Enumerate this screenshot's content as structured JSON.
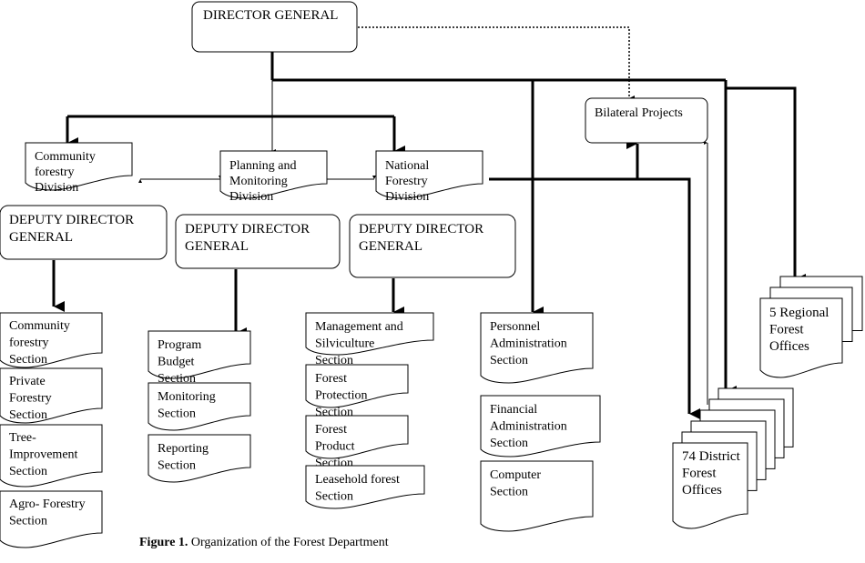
{
  "diagram": {
    "caption_bold": "Figure 1.",
    "caption_text": " Organization of the Forest Department",
    "director_general": "DIRECTOR GENERAL",
    "bilateral": "Bilateral Projects",
    "divisions": {
      "community": [
        "Community",
        "forestry",
        "Division"
      ],
      "planning": [
        "Planning and",
        "Monitoring",
        "Division"
      ],
      "national": [
        "National",
        "Forestry",
        "Division"
      ]
    },
    "deputy": [
      "DEPUTY DIRECTOR",
      "GENERAL"
    ],
    "sections_community": [
      [
        "Community",
        "forestry",
        "Section"
      ],
      [
        "Private",
        "Forestry",
        "Section"
      ],
      [
        "Tree-",
        "Improvement",
        "Section"
      ],
      [
        "Agro- Forestry",
        "Section"
      ]
    ],
    "sections_planning": [
      [
        "Program",
        "Budget",
        "Section"
      ],
      [
        "Monitoring",
        "Section"
      ],
      [
        "Reporting",
        "Section"
      ]
    ],
    "sections_national": [
      [
        "Management and",
        "Silviculture",
        "Section"
      ],
      [
        "Forest",
        "Protection",
        "Section"
      ],
      [
        "Forest",
        "Product",
        "Section"
      ],
      [
        "Leasehold forest",
        "Section"
      ]
    ],
    "sections_admin": [
      [
        "Personnel",
        "Administration",
        "Section"
      ],
      [
        "Financial",
        "Administration",
        "Section"
      ],
      [
        "Computer",
        "Section"
      ]
    ],
    "regional": [
      "5 Regional",
      "Forest",
      "Offices"
    ],
    "district": [
      "74 District",
      "Forest",
      "Offices"
    ]
  }
}
